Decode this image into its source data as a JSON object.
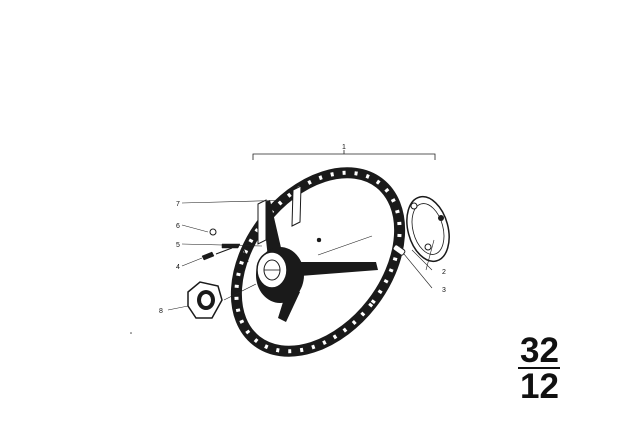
{
  "diagram": {
    "callouts": {
      "c1": "1",
      "c2": "2",
      "c3": "3",
      "c4": "4",
      "c5": "5",
      "c6": "6",
      "c7": "7",
      "c8": "8"
    },
    "group_number": {
      "main": "32",
      "sub": "12"
    }
  }
}
